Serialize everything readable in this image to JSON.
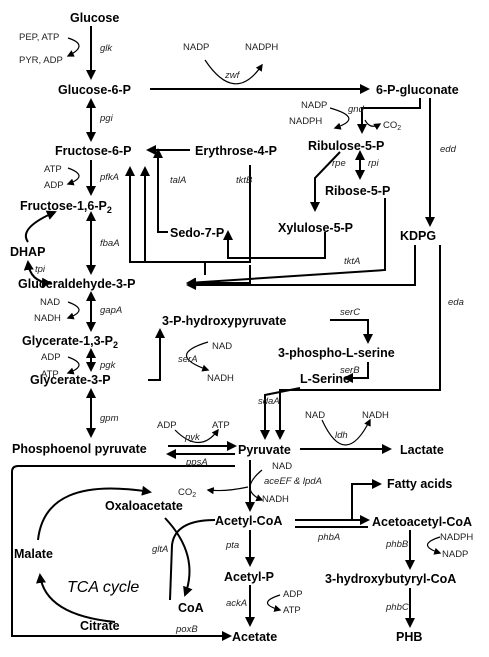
{
  "metabolites": {
    "glucose": "Glucose",
    "g6p": "Glucose-6-P",
    "pg6": "6-P-gluconate",
    "f6p": "Fructose-6-P",
    "e4p": "Erythrose-4-P",
    "ru5p": "Ribulose-5-P",
    "r5p": "Ribose-5-P",
    "fbp_main": "Fructose-1,6-P",
    "fbp_sub": "2",
    "dhap": "DHAP",
    "s7p": "Sedo-7-P",
    "x5p": "Xylulose-5-P",
    "kdpg": "KDPG",
    "gap": "Gluceraldehyde-3-P",
    "bpg_main": "Glycerate-1,3-P",
    "bpg_sub": "2",
    "hpyr": "3-P-hydroxypyruvate",
    "pser": "3-phospho-L-serine",
    "g3p": "Glycerate-3-P",
    "ser": "L-Serine",
    "pep": "Phosphoenol pyruvate",
    "pyr": "Pyruvate",
    "lac": "Lactate",
    "oaa": "Oxaloacetate",
    "fa": "Fatty acids",
    "acoa": "Acetyl-CoA",
    "aacoa": "Acetoacetyl-CoA",
    "malate": "Malate",
    "acp": "Acetyl-P",
    "hbcoa": "3-hydroxybutyryl-CoA",
    "coa": "CoA",
    "citrate": "Citrate",
    "acetate": "Acetate",
    "phb": "PHB"
  },
  "enzymes": {
    "glk": "glk",
    "zwf": "zwf",
    "pgi": "pgi",
    "gnd": "gnd",
    "edd": "edd",
    "rpe": "rpe",
    "rpi": "rpi",
    "pfkA": "pfkA",
    "talA": "talA",
    "tktB": "tktB",
    "fbaA": "fbaA",
    "tpi": "tpi",
    "tktA": "tktA",
    "eda": "eda",
    "gapA": "gapA",
    "serC": "serC",
    "pgk": "pgk",
    "serA": "serA",
    "serB": "serB",
    "gpm": "gpm",
    "sdaA": "sdaA",
    "pyk": "pyk",
    "ppsA": "ppsA",
    "ldh": "ldh",
    "aceEF": "aceEF & lpdA",
    "phbA": "phbA",
    "gltA": "gltA",
    "pta": "pta",
    "phbB": "phbB",
    "ackA": "ackA",
    "phbC": "phbC",
    "poxB": "poxB"
  },
  "cofactors": {
    "glk_in": "PEP, ATP",
    "glk_out": "PYR, ADP",
    "zwf_in": "NADP",
    "zwf_out": "NADPH",
    "gnd_in": "NADP",
    "gnd_out": "NADPH",
    "gnd_co2": "CO",
    "gnd_co2_sub": "2",
    "pfk_in": "ATP",
    "pfk_out": "ADP",
    "gap_in": "NAD",
    "gap_out": "NADH",
    "pgk_in": "ADP",
    "pgk_out": "ATP",
    "serA_in": "NAD",
    "serA_out": "NADH",
    "pyk_in": "ADP",
    "pyk_out": "ATP",
    "ldh_in": "NAD",
    "ldh_out": "NADH",
    "pdh_in": "NAD",
    "pdh_out": "NADH",
    "pdh_co2": "CO",
    "pdh_co2_sub": "2",
    "phbB_in": "NADPH",
    "phbB_out": "NADP",
    "ack_in": "ADP",
    "ack_out": "ATP"
  },
  "labels": {
    "tca": "TCA cycle"
  }
}
